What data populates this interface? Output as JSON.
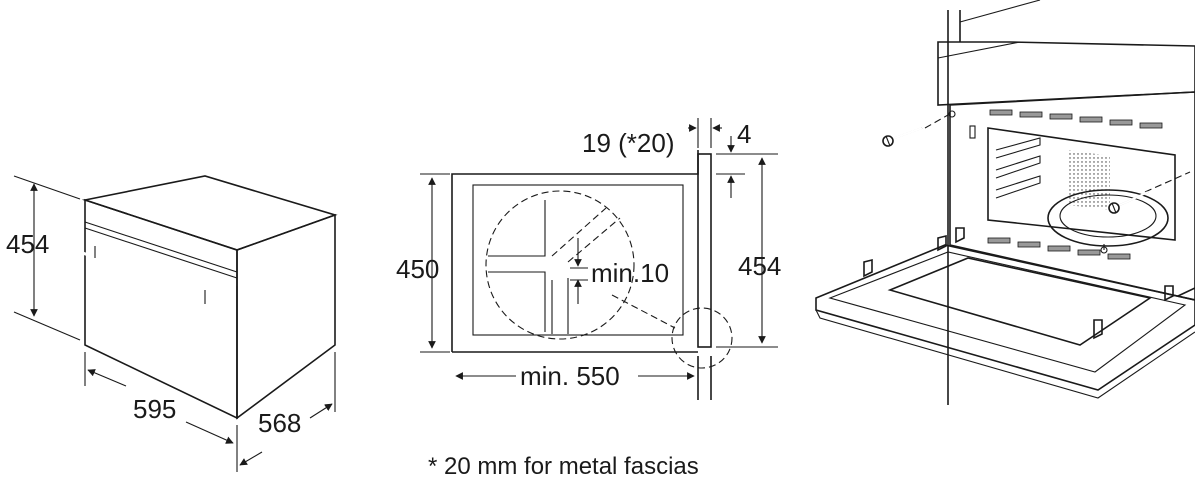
{
  "oven_dimensions": {
    "height": "454",
    "width": "595",
    "depth": "568"
  },
  "niche_dimensions": {
    "panel_gap": "19 (*20)",
    "top_offset": "4",
    "niche_height": "450",
    "front_height": "454",
    "min_depth": "min. 550",
    "min_clearance": "min.10"
  },
  "footnote": "* 20 mm for metal fascias",
  "colors": {
    "line": "#1a1a1a",
    "panel_fill": "#ffffff",
    "glass_fill": "#e6e6e6",
    "interior_fill": "#f2f2f2"
  }
}
